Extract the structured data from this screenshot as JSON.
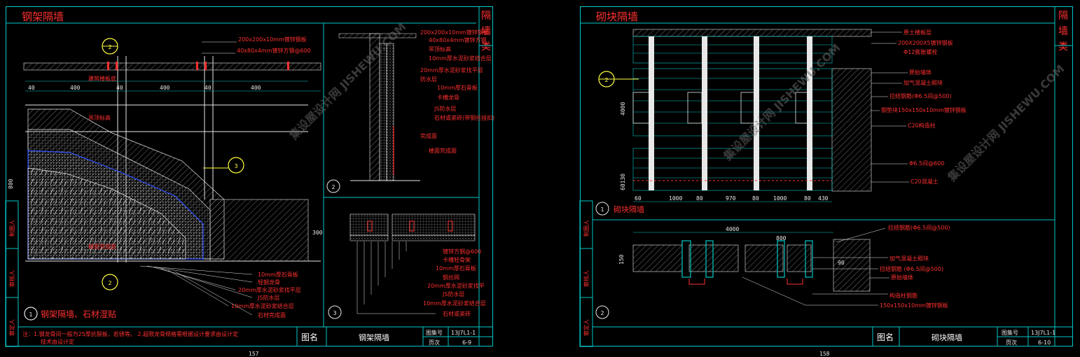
{
  "left_sheet": {
    "title": "钢架隔墙",
    "category": "隔墙类",
    "detail1_label": "钢架隔墙、石材湿贴",
    "detail1_no": "1",
    "detail2_no": "2",
    "detail3_no": "3",
    "callouts": [
      "2",
      "3",
      "2"
    ],
    "dims_top": [
      "40",
      "400",
      "40",
      "400",
      "40",
      "400"
    ],
    "dim_side": "300",
    "dim_left": "800",
    "annotations_main": [
      "200x200x10mm镀锌钢板",
      "40x80x4mm镀锌方钢@600",
      "建筑楼板底",
      "吊顶标高",
      "楼面完成面",
      "10mm厚石膏板",
      "轻钢龙骨",
      "20mm厚水泥砂浆找平层",
      "JS防水层",
      "10mm厚水泥砂浆结合层",
      "石材完成面"
    ],
    "annotations_d2": [
      "200x200x10mm镀锌钢板",
      "40x80x4mm镀锌方钢",
      "吊顶标高",
      "10mm厚水泥砂浆结合层",
      "20mm厚水泥砂浆找平层",
      "防水层",
      "10mm厚石膏板",
      "卡槽龙骨",
      "JS防水层",
      "石材或瓷砖(带钢丝挂扣)",
      "完成面",
      "楼面完成面"
    ],
    "annotations_d3": [
      "镀锌方钢@600",
      "卡槽轻骨架",
      "10mm厚石膏板",
      "钢丝网",
      "20mm厚水泥砂浆找平",
      "JS防水层",
      "10mm厚水泥砂浆结合层",
      "石材或瓷砖"
    ],
    "note": "注：1.钢龙骨间一般为25厚抗裂板，若锈等。  2.超限龙骨规格需根据设计要求由设计定",
    "note2": "技术由设计定",
    "tb_name_label": "图名",
    "tb_name": "钢架隔墙",
    "tb_set_label": "图集号",
    "tb_set": "13J7L1-1",
    "tb_page_label": "页次",
    "tb_page": "6-9",
    "side_labels": [
      "制图人",
      "审核人",
      "审定人"
    ]
  },
  "right_sheet": {
    "title": "砌块隔墙",
    "category": "隔墙类",
    "detail1_label": "砌块隔墙",
    "detail1_no": "1",
    "detail2_no": "2",
    "callout": "2",
    "dims_bottom": [
      "60",
      "1000",
      "80",
      "970",
      "80",
      "1000",
      "80",
      "430"
    ],
    "dim_height": "4000",
    "dim_base": "60130",
    "dim_plan_total": "4000",
    "dim_plan_part": "800",
    "dim_plan_side": "150",
    "dim_plan_small": "90",
    "annotations_elev": [
      "原土楼板层",
      "200X200X5镀锌钢板",
      "Φ12膨胀螺栓",
      "原始墙体",
      "加气混凝土砌块",
      "拉结钢筋(Φ6.5间@500)",
      "钢垫块150x150x10mm镀锌钢板",
      "C20构造柱",
      "Φ6.5间@600",
      "C20混凝土"
    ],
    "annotations_plan": [
      "拉结钢筋(Φ6.5间@500)",
      "加气混凝土砌块",
      "拉结钢筋 (Φ6.5间@500)",
      "原始墙体",
      "构造柱钢筋",
      "150x150x10mm镀锌钢板"
    ],
    "tb_name_label": "图名",
    "tb_name": "砌块隔墙",
    "tb_set_label": "图集号",
    "tb_set": "13J7L1-1",
    "tb_page_label": "页次",
    "tb_page": "6-10",
    "side_labels": [
      "制图人",
      "审核人",
      "审定人"
    ]
  },
  "page_numbers": [
    "157",
    "158"
  ],
  "watermark": "集设屋设计网 JISHEWU.COM",
  "colors": {
    "frame": "#00c8c8",
    "label": "#ff3030",
    "dim": "#ffff40",
    "line": "#e8e8e8"
  }
}
